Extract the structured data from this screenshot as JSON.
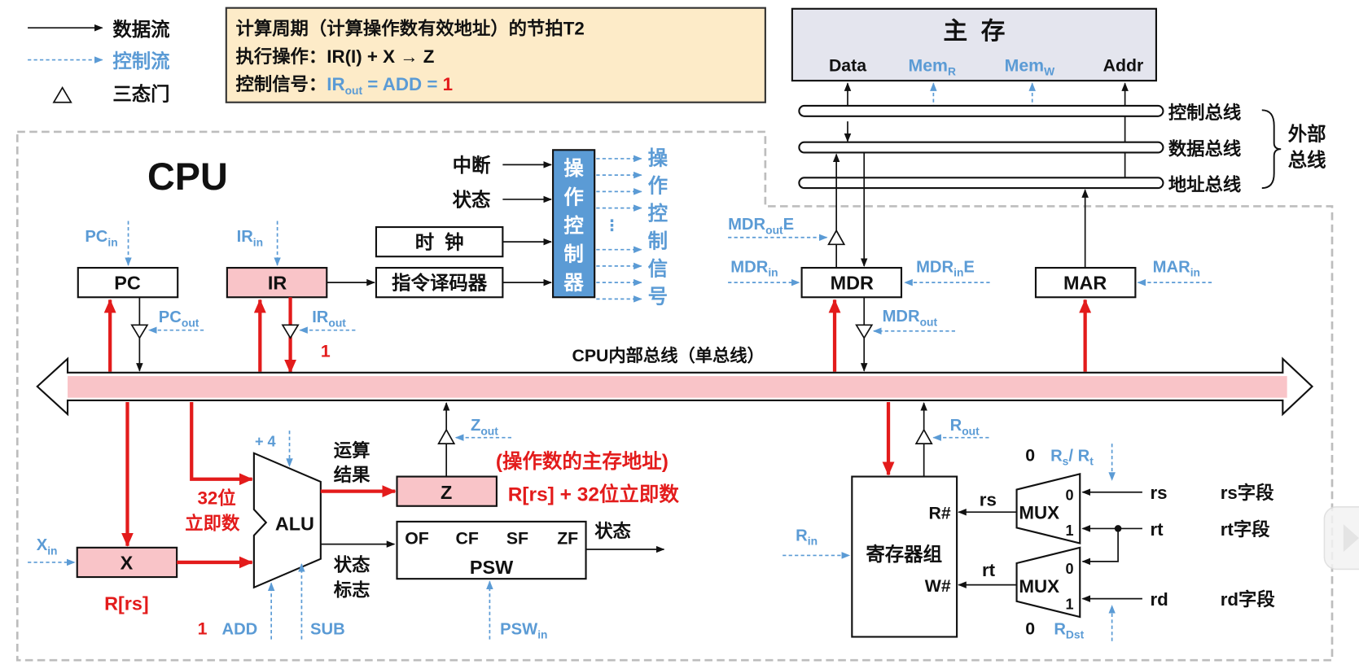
{
  "legend": {
    "data_flow": "数据流",
    "control_flow": "控制流",
    "tristate_gate": "三态门"
  },
  "info_box": {
    "line1": "计算周期（计算操作数有效地址）的节拍T2",
    "line2_label": "执行操作：",
    "line2_value": "IR(I) + X → Z",
    "line3_label": "控制信号：",
    "line3_signal": "IR",
    "line3_signal_sub": "out",
    "line3_eq": " = ADD = ",
    "line3_value": "1"
  },
  "memory": {
    "title": "主  存",
    "ports": {
      "data": "Data",
      "mem_r": "Mem",
      "mem_r_sub": "R",
      "mem_w": "Mem",
      "mem_w_sub": "W",
      "addr": "Addr"
    }
  },
  "external_bus": {
    "control": "控制总线",
    "data": "数据总线",
    "address": "地址总线",
    "group_line1": "外部",
    "group_line2": "总线"
  },
  "cpu": {
    "title": "CPU",
    "internal_bus_label": "CPU内部总线（单总线）",
    "controller": {
      "inputs": [
        "中断",
        "状态"
      ],
      "clock": "时  钟",
      "decoder": "指令译码器",
      "name_chars": [
        "操",
        "作",
        "控",
        "制",
        "器"
      ],
      "output_chars": [
        "操",
        "作",
        "控",
        "制",
        "信",
        "号"
      ],
      "ellipsis": "⋮"
    },
    "registers": {
      "pc": {
        "name": "PC",
        "in": "PC",
        "in_sub": "in",
        "out": "PC",
        "out_sub": "out"
      },
      "ir": {
        "name": "IR",
        "in": "IR",
        "in_sub": "in",
        "out": "IR",
        "out_sub": "out",
        "out_value": "1"
      },
      "mdr": {
        "name": "MDR",
        "in": "MDR",
        "in_sub": "in",
        "out": "MDR",
        "out_sub": "out",
        "out_e": "MDR",
        "out_e_sub": "out",
        "out_e_suffix": "E",
        "in_e": "MDR",
        "in_e_sub": "in",
        "in_e_suffix": "E"
      },
      "mar": {
        "name": "MAR",
        "in": "MAR",
        "in_sub": "in"
      },
      "x": {
        "name": "X",
        "in": "X",
        "in_sub": "in",
        "content": "R[rs]"
      },
      "z": {
        "name": "Z",
        "out": "Z",
        "out_sub": "out"
      }
    },
    "alu": {
      "name": "ALU",
      "plus4": "+ 4",
      "imm_line1": "32位",
      "imm_line2": "立即数",
      "result_line1": "运算",
      "result_line2": "结果",
      "flags_line1": "状态",
      "flags_line2": "标志",
      "add_value": "1",
      "add": "ADD",
      "sub": "SUB"
    },
    "z_annotation": {
      "line1": "(操作数的主存地址)",
      "line2": "R[rs] + 32位立即数"
    },
    "psw": {
      "name": "PSW",
      "flags": [
        "OF",
        "CF",
        "SF",
        "ZF"
      ],
      "status_out": "状态",
      "in": "PSW",
      "in_sub": "in"
    },
    "register_file": {
      "name": "寄存器组",
      "read_port": "R#",
      "write_port": "W#",
      "in": "R",
      "in_sub": "in",
      "out": "R",
      "out_sub": "out",
      "read_sel": "rs",
      "write_sel": "rt"
    },
    "mux_top": {
      "name": "MUX",
      "in0": "0",
      "in1": "1",
      "ctrl_value": "0",
      "ctrl": "R",
      "ctrl_sub": "s",
      "ctrl_sep": "/ R",
      "ctrl_sub2": "t"
    },
    "mux_bottom": {
      "name": "MUX",
      "in0": "0",
      "in1": "1",
      "ctrl_value": "0",
      "ctrl": "R",
      "ctrl_sub": "Dst"
    },
    "fields": {
      "rs": "rs",
      "rt": "rt",
      "rd": "rd",
      "rs_field": "rs字段",
      "rt_field": "rt字段",
      "rd_field": "rd字段"
    }
  },
  "colors": {
    "data_path_active": "#e31b1b",
    "control": "#5b9bd5",
    "register_highlight": "#f9c4c8",
    "info_box_bg": "#fdebc8",
    "memory_bg": "#e4e5ee",
    "controller_bg": "#5b9bd5"
  }
}
